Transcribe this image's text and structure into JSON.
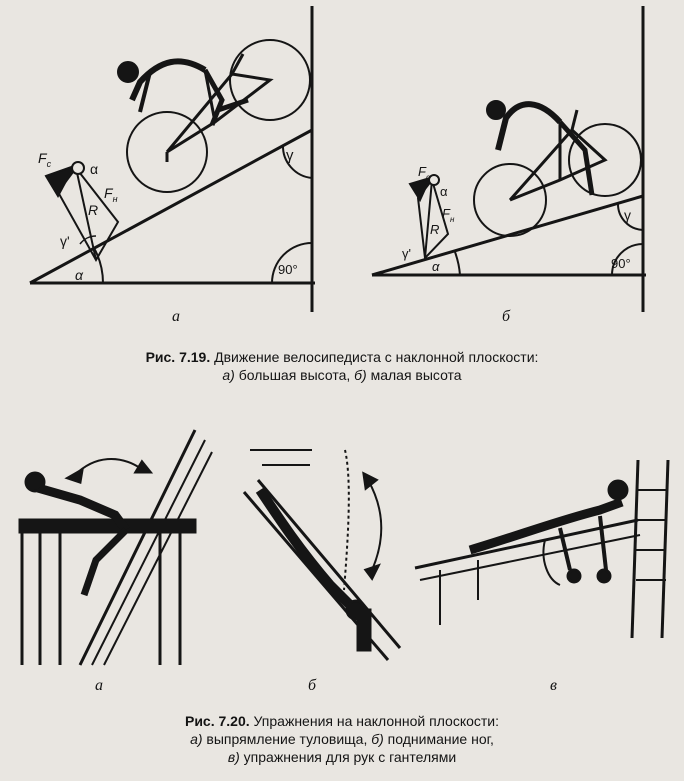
{
  "figure_7_19": {
    "panel_a": {
      "label": "а",
      "force_c": "F",
      "force_c_sub": "c",
      "force_n": "F",
      "force_n_sub": "н",
      "resultant": "R",
      "alpha": "α",
      "gamma": "γ",
      "gamma_prime": "γ'",
      "right_angle": "90°"
    },
    "panel_b": {
      "label": "б",
      "force_c": "F",
      "force_c_sub": "c",
      "force_n": "F",
      "force_n_sub": "н",
      "resultant": "R",
      "alpha": "α",
      "gamma": "γ",
      "gamma_prime": "γ'",
      "right_angle": "90°"
    },
    "caption_title": "Рис. 7.19.",
    "caption_text": " Движение велосипедиста с наклонной плоскости:",
    "caption_line2_a": "а)",
    "caption_line2_a_text": " большая высота, ",
    "caption_line2_b": "б)",
    "caption_line2_b_text": " малая высота"
  },
  "figure_7_20": {
    "panel_a_label": "а",
    "panel_b_label": "б",
    "panel_c_label": "в",
    "caption_title": "Рис. 7.20.",
    "caption_text": " Упражнения на наклонной плоскости:",
    "line2_a": "а)",
    "line2_a_text": " выпрямление туловища, ",
    "line2_b": "б)",
    "line2_b_text": " поднимание ног,",
    "line3_c": "в)",
    "line3_c_text": " упражнения для рук с гантелями"
  }
}
